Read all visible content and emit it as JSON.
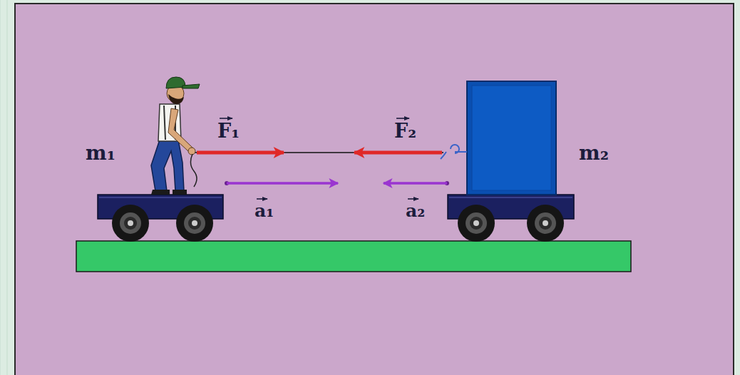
{
  "diagram": {
    "labels": [
      "m₁",
      "F₁",
      "F₂",
      "m₂",
      "a₁",
      "a₂"
    ]
  }
}
